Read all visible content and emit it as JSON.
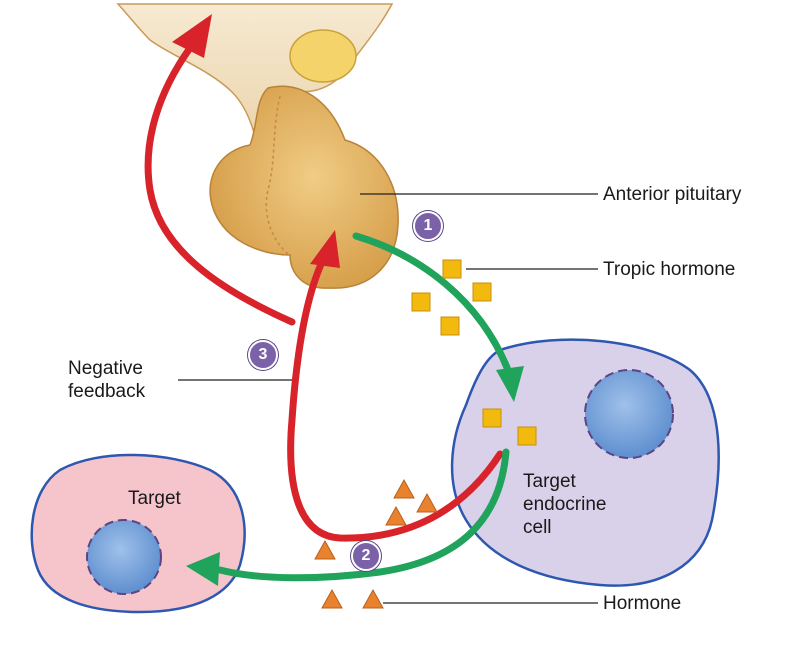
{
  "labels": {
    "anterior_pituitary": "Anterior pituitary",
    "tropic_hormone": "Tropic hormone",
    "negative_feedback_line1": "Negative",
    "negative_feedback_line2": "feedback",
    "hormone": "Hormone",
    "target_endocrine_line1": "Target",
    "target_endocrine_line2": "endocrine",
    "target_endocrine_line3": "cell",
    "target": "Target"
  },
  "steps": [
    "1",
    "2",
    "3"
  ],
  "colors": {
    "pituitary": "#e3b56a",
    "endocrine_cell": "#d9d1ea",
    "target_cell": "#f6c5cc",
    "nucleus": "#7fa6d8",
    "green_arrow": "#20a35a",
    "red_arrow": "#d8232a",
    "tropic_square": "#f2b90f",
    "hormone_triangle": "#e8822e",
    "badge": "#7b62a8"
  }
}
